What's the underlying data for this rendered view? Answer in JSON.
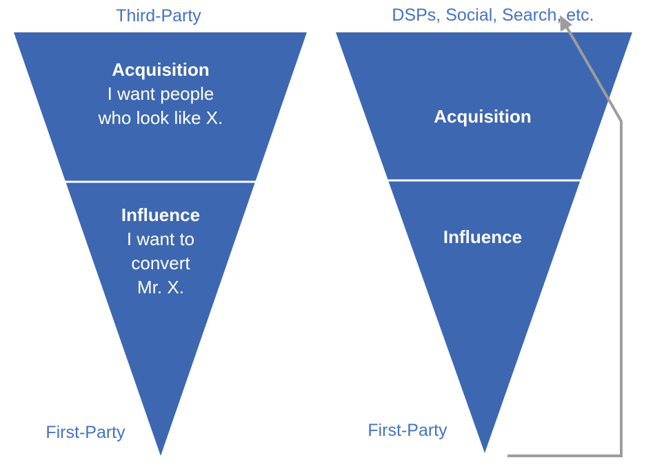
{
  "colors": {
    "funnel_fill": "#3d67b1",
    "divider": "#ffffff",
    "label_text": "#4472c4",
    "arrow": "#9d9d9d"
  },
  "left_funnel": {
    "top_label": "Third-Party",
    "bottom_label": "First-Party",
    "acquisition": {
      "title": "Acquisition",
      "lines": [
        "I want people",
        "who look like X."
      ]
    },
    "influence": {
      "title": "Influence",
      "lines": [
        "I want to",
        "convert",
        "Mr. X."
      ]
    }
  },
  "right_funnel": {
    "top_label": "DSPs, Social, Search, etc.",
    "bottom_label": "First-Party",
    "acquisition": {
      "title": "Acquisition"
    },
    "influence": {
      "title": "Influence"
    }
  },
  "connector": {
    "icon": "feedback-arrow-icon",
    "from": "right-funnel-tip",
    "to": "right-funnel-top-label"
  }
}
